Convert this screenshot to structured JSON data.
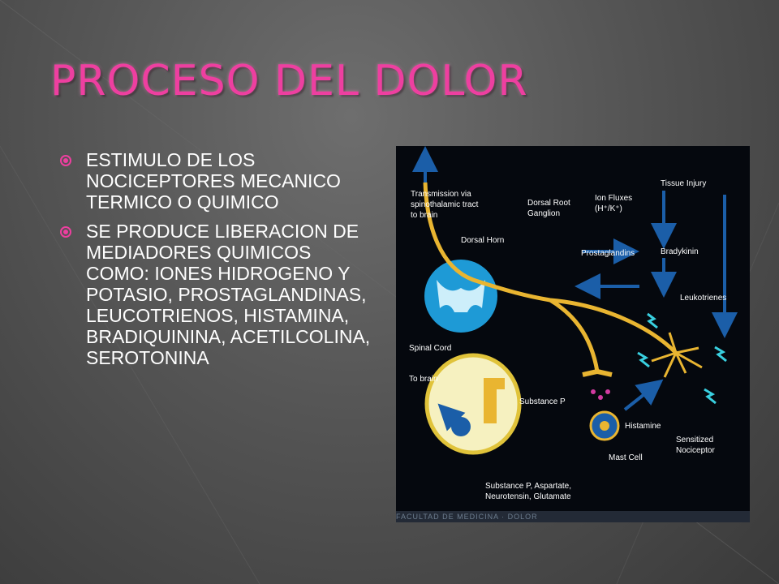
{
  "slide": {
    "title": "PROCESO DEL DOLOR",
    "bullets": [
      "ESTIMULO DE LOS NOCICEPTORES MECANICO TERMICO O QUIMICO",
      "SE PRODUCE LIBERACION DE MEDIADORES QUIMICOS COMO: IONES HIDROGENO Y POTASIO, PROSTAGLANDINAS, LEUCOTRIENOS, HISTAMINA, BRADIQUININA, ACETILCOLINA, SEROTONINA"
    ]
  },
  "figure": {
    "labels": {
      "transmission_1": "Transmission via",
      "transmission_2": "spinothalamic tract",
      "transmission_3": "to brain",
      "dorsal_root_1": "Dorsal Root",
      "dorsal_root_2": "Ganglion",
      "dorsal_horn": "Dorsal Horn",
      "ion_fluxes_1": "Ion Fluxes",
      "ion_fluxes_2": "(H⁺/K⁺)",
      "tissue_injury": "Tissue Injury",
      "prostaglandins": "Prostaglandins",
      "bradykinin": "Bradykinin",
      "leukotrienes": "Leukotrienes",
      "spinal_cord": "Spinal Cord",
      "to_brain": "To brain",
      "substance_p": "Substance P",
      "histamine": "Histamine",
      "mast_cell": "Mast Cell",
      "sensitized_1": "Sensitized",
      "sensitized_2": "Nociceptor",
      "neuro_1": "Substance P, Aspartate,",
      "neuro_2": "Neurotensin, Glutamate"
    },
    "caption": "FACULTAD DE MEDICINA · DOLOR"
  },
  "colors": {
    "title": "#ee3fa0",
    "bullet": "#ee3fa0",
    "text": "#ffffff",
    "nerve": "#e9b531",
    "arrow": "#1b5ea8"
  }
}
